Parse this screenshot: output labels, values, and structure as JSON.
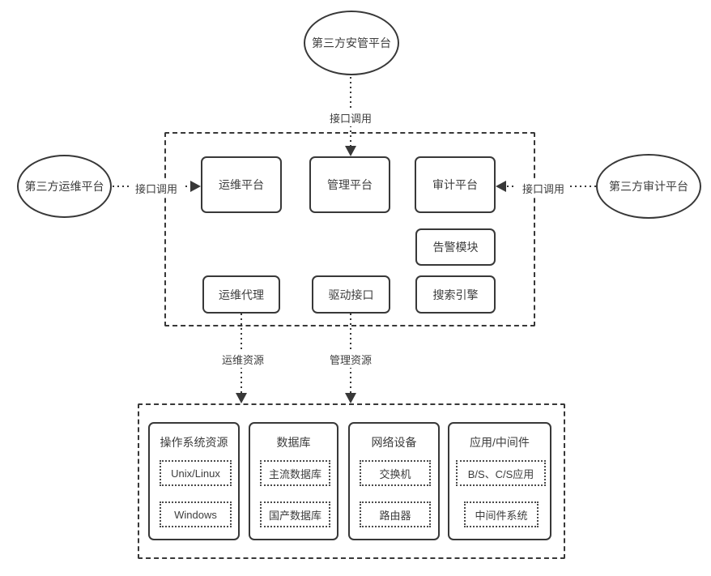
{
  "diagram": {
    "external_nodes": {
      "top": {
        "label": "第三方安管平台"
      },
      "left": {
        "label": "第三方运维平台"
      },
      "right": {
        "label": "第三方审计平台"
      }
    },
    "platform": {
      "ops_platform": "运维平台",
      "mgmt_platform": "管理平台",
      "audit_platform": "审计平台",
      "alert_module": "告警模块",
      "ops_agent": "运维代理",
      "driver_interface": "驱动接口",
      "search_engine": "搜索引擎"
    },
    "edge_labels": {
      "top_call": "接口调用",
      "left_call": "接口调用",
      "right_call": "接口调用",
      "ops_resource": "运维资源",
      "mgmt_resource": "管理资源"
    },
    "resource_groups": [
      {
        "title": "操作系统资源",
        "items": [
          "Unix/Linux",
          "Windows"
        ]
      },
      {
        "title": "数据库",
        "items": [
          "主流数据库",
          "国产数据库"
        ]
      },
      {
        "title": "网络设备",
        "items": [
          "交换机",
          "路由器"
        ]
      },
      {
        "title": "应用/中间件",
        "items": [
          "B/S、C/S应用",
          "中间件系统"
        ]
      }
    ],
    "colors": {
      "stroke": "#383838",
      "text": "#3d3d3d",
      "background": "#ffffff"
    }
  }
}
